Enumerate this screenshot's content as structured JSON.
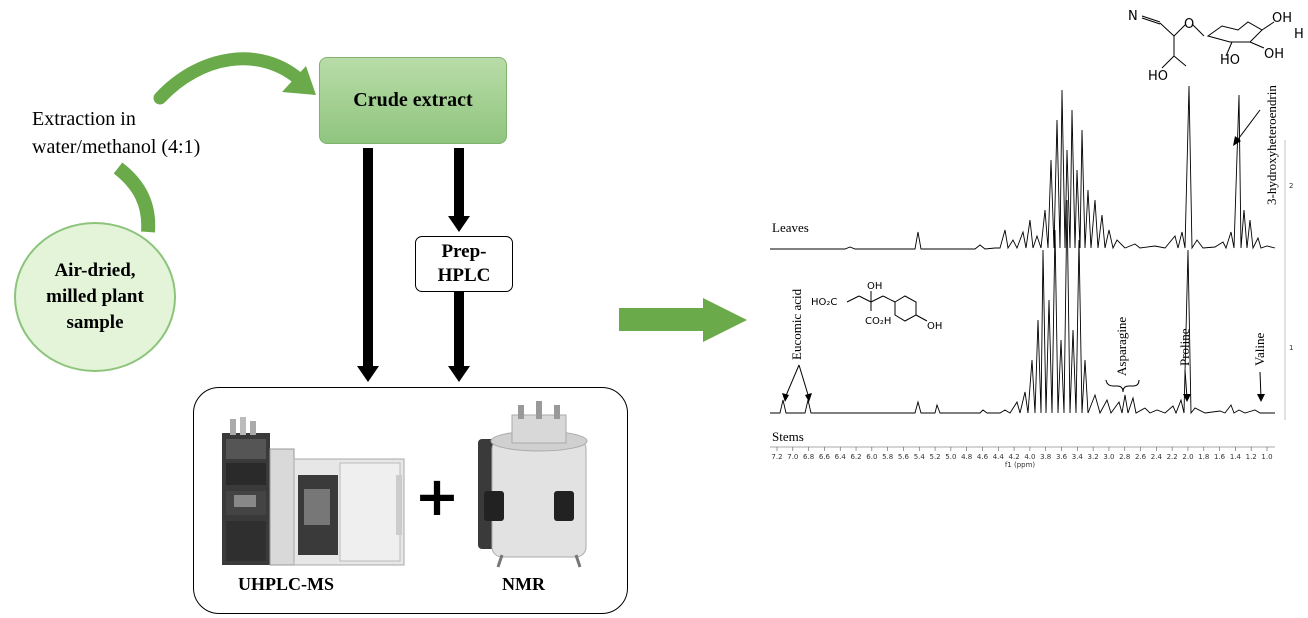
{
  "workflow": {
    "extraction_line1": "Extraction in",
    "extraction_line2": "water/methanol (4:1)",
    "crude_extract": "Crude extract",
    "sample_line1": "Air-dried,",
    "sample_line2": "milled plant",
    "sample_line3": "sample",
    "prep_line1": "Prep-",
    "prep_line2": "HPLC",
    "uhplc_label": "UHPLC-MS",
    "nmr_label": "NMR",
    "plus_symbol": "+"
  },
  "spectrum": {
    "leaves_label": "Leaves",
    "stems_label": "Stems",
    "axis_unit": "f1 (ppm)",
    "ticks": [
      "7.2",
      "7.0",
      "6.8",
      "6.6",
      "6.4",
      "6.2",
      "6.0",
      "5.8",
      "5.6",
      "5.4",
      "5.2",
      "5.0",
      "4.8",
      "4.6",
      "4.4",
      "4.2",
      "4.0",
      "3.8",
      "3.6",
      "3.4",
      "3.2",
      "3.0",
      "2.8",
      "2.6",
      "2.4",
      "2.2",
      "2.0",
      "1.8",
      "1.6",
      "1.4",
      "1.2",
      "1.0"
    ],
    "right_ticks": [
      "2",
      "1"
    ],
    "annotations": {
      "hydroxy": "3-hydroxyheteroendrin",
      "eucomic": "Eucomic acid",
      "asparagine": "Asparagine",
      "proline": "Proline",
      "valine": "Valine"
    }
  },
  "structures": {
    "top": {
      "N": "N",
      "HO": "HO",
      "OH": "OH",
      "OH2": "OH",
      "HO2": "HO",
      "H": "H",
      "O": "O"
    },
    "eucomic": {
      "HO2C": "HO₂C",
      "OH": "OH",
      "CO2H": "CO₂H",
      "OH2": "OH"
    }
  },
  "colors": {
    "green_arrow": "#6aaa4a",
    "box_green": "#a8d396",
    "circle_fill": "#e3f4d9"
  }
}
